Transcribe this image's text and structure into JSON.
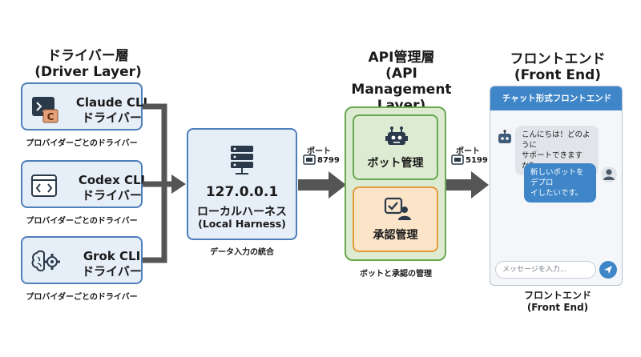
{
  "driver_layer": {
    "title_ja": "ドライバー層",
    "title_en": "(Driver Layer)"
  },
  "drivers": [
    {
      "name": "Claude CLI",
      "sub": "ドライバー",
      "caption": "プロバイダーごとのドライバー",
      "icon": "terminal-icon"
    },
    {
      "name": "Codex CLI",
      "sub": "ドライバー",
      "caption": "プロバイダーごとのドライバー",
      "icon": "code-icon"
    },
    {
      "name": "Grok CLI",
      "sub": "ドライバー",
      "caption": "プロバイダーごとのドライバー",
      "icon": "brain-gear-icon"
    }
  ],
  "harness": {
    "address": "127.0.0.1",
    "name_ja": "ローカルハーネス",
    "name_en": "(Local Harness)",
    "caption": "データ入力の統合"
  },
  "api_layer": {
    "title_line1": "API管理層",
    "title_line2": "(API Management",
    "title_line3": "Layer)",
    "bot_label": "ボット管理",
    "approval_label": "承認管理",
    "caption": "ボットと承認の管理"
  },
  "ports": [
    {
      "label": "ポート",
      "number": "8799"
    },
    {
      "label": "ポート",
      "number": "5199"
    }
  ],
  "frontend": {
    "title_ja": "フロントエンド",
    "title_en": "(Front End)",
    "window_title": "チャット形式フロントエンド",
    "bot_message_line1": "こんにちは！どのように",
    "bot_message_line2": "サポートできますか？",
    "user_message_line1": "新しいボットをデプロ",
    "user_message_line2": "イしたいです。",
    "input_placeholder": "メッセージを入力...",
    "bottom_ja": "フロントエンド",
    "bottom_en": "(Front End)"
  },
  "colors": {
    "driver_border": "#4d7fb8",
    "driver_fill": "#e6eef8",
    "api_border": "#6aa84f",
    "api_fill": "#dcebd2",
    "approval_border": "#e39b3a",
    "approval_fill": "#fbe4c8",
    "arrow": "#555555",
    "chat_header": "#3f86c9"
  }
}
